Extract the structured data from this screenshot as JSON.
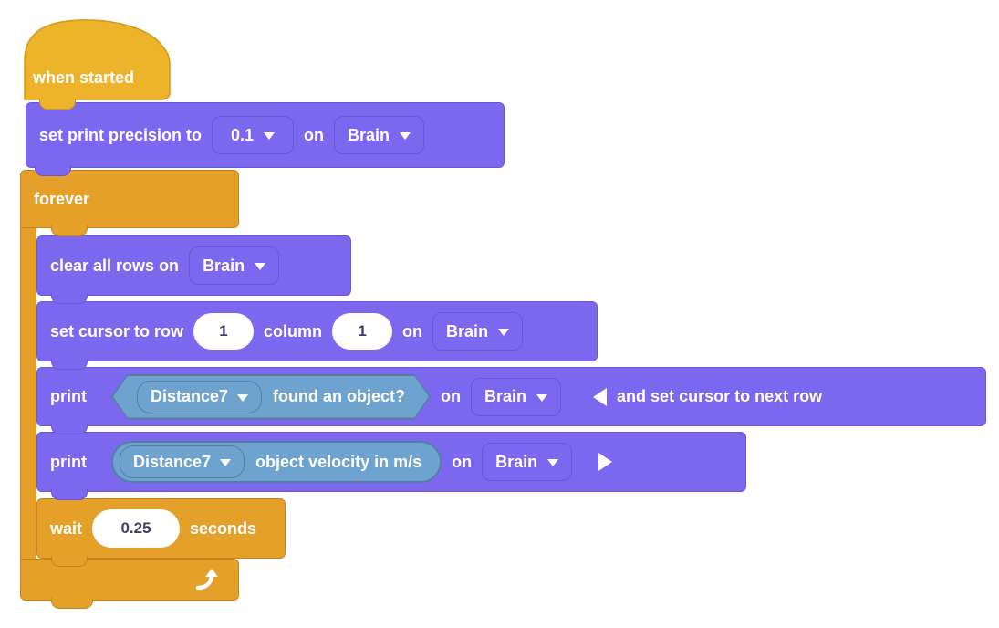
{
  "palette": {
    "hat": "#EDB32B",
    "hat_border": "#D09B13",
    "control": "#E5A02A",
    "control_border": "#C4861C",
    "stack": "#7C68EE",
    "stack_border": "#6A55D8",
    "sensor": "#6FA3CF",
    "sensor_border": "#54809E",
    "input_text": "#3F3F66"
  },
  "blocks": {
    "when_started": {
      "label": "when started"
    },
    "set_print_precision": {
      "label": "set print precision to",
      "value": "0.1",
      "on": "on",
      "device": "Brain"
    },
    "forever": {
      "label": "forever"
    },
    "clear_all_rows": {
      "label": "clear all rows on",
      "device": "Brain"
    },
    "set_cursor": {
      "label_row": "set cursor to row",
      "row": "1",
      "label_column": "column",
      "column": "1",
      "on": "on",
      "device": "Brain"
    },
    "print_found": {
      "label": "print",
      "sensor": "Distance7",
      "condition": "found an object?",
      "on": "on",
      "device": "Brain",
      "option": "and set cursor to next row"
    },
    "print_velocity": {
      "label": "print",
      "sensor": "Distance7",
      "reporter": "object velocity in m/s",
      "on": "on",
      "device": "Brain"
    },
    "wait": {
      "label": "wait",
      "value": "0.25",
      "unit": "seconds"
    }
  }
}
